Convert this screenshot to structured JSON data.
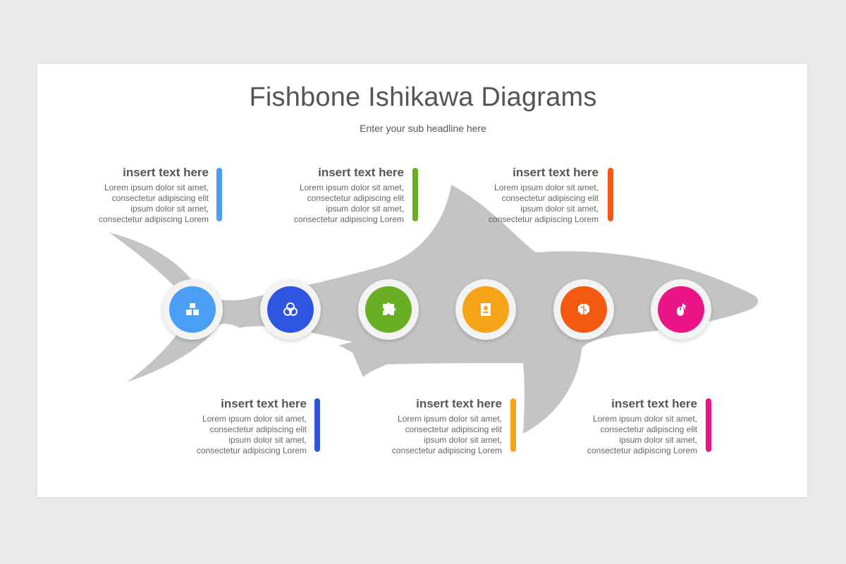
{
  "header": {
    "title": "Fishbone Ishikawa Diagrams",
    "subtitle": "Enter your sub headline here"
  },
  "nodes": [
    {
      "icon": "blocks-icon",
      "color": "#4a9ff5"
    },
    {
      "icon": "venn-icon",
      "color": "#2f54e0"
    },
    {
      "icon": "puzzle-icon",
      "color": "#6aae24"
    },
    {
      "icon": "settings-chart-icon",
      "color": "#f7a318"
    },
    {
      "icon": "brain-icon",
      "color": "#f35a11"
    },
    {
      "icon": "mouse-pointer-icon",
      "color": "#ea1486"
    }
  ],
  "cards": [
    {
      "title": "insert text here",
      "lines": [
        "Lorem ipsum dolor sit amet,",
        "consectetur adipiscing elit",
        "ipsum dolor sit amet,",
        "consectetur adipiscing Lorem"
      ],
      "color": "#4a9ff5"
    },
    {
      "title": "insert text here",
      "lines": [
        "Lorem ipsum dolor sit amet,",
        "consectetur adipiscing elit",
        "ipsum dolor sit amet,",
        "consectetur adipiscing Lorem"
      ],
      "color": "#6aae24"
    },
    {
      "title": "insert text here",
      "lines": [
        "Lorem ipsum dolor sit amet,",
        "consectetur adipiscing elit",
        "ipsum dolor sit amet,",
        "consectetur adipiscing Lorem"
      ],
      "color": "#f35a11"
    },
    {
      "title": "insert text here",
      "lines": [
        "Lorem ipsum dolor sit amet,",
        "consectetur adipiscing elit",
        "ipsum dolor sit amet,",
        "consectetur adipiscing Lorem"
      ],
      "color": "#2f54e0"
    },
    {
      "title": "insert text here",
      "lines": [
        "Lorem ipsum dolor sit amet,",
        "consectetur adipiscing elit",
        "ipsum dolor sit amet,",
        "consectetur adipiscing Lorem"
      ],
      "color": "#f7a318"
    },
    {
      "title": "insert text here",
      "lines": [
        "Lorem ipsum dolor sit amet,",
        "consectetur adipiscing elit",
        "ipsum dolor sit amet,",
        "consectetur adipiscing Lorem"
      ],
      "color": "#ea1486"
    }
  ]
}
